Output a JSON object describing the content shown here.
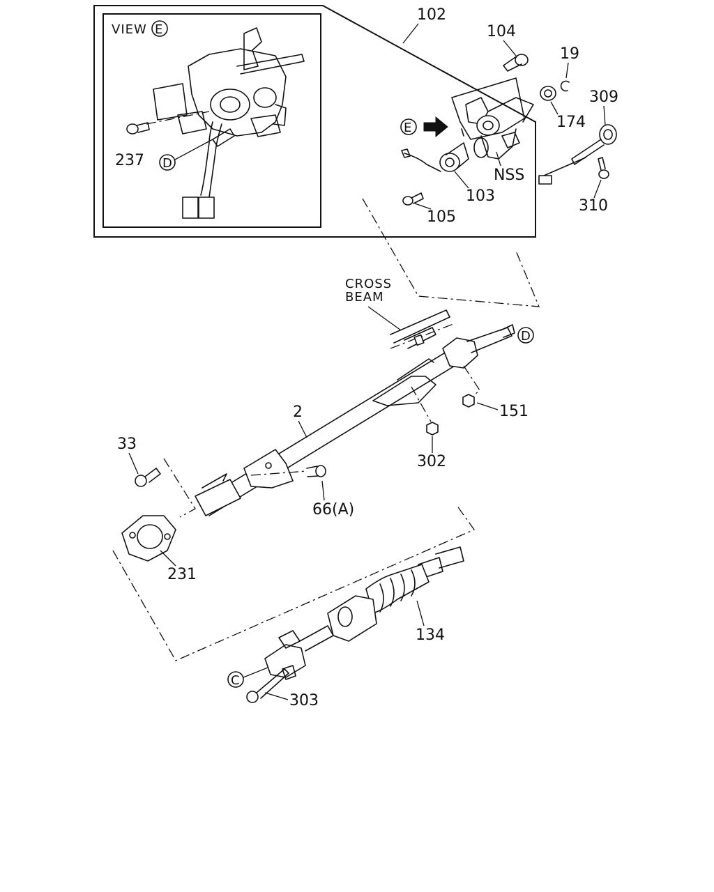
{
  "view_label": {
    "prefix": "VIEW",
    "letter": "E"
  },
  "callout_letters": {
    "view_d": "D",
    "e_arrow": "E",
    "d_shaft": "D",
    "c_joint": "C"
  },
  "part_labels": {
    "p102": "102",
    "p104": "104",
    "p19": "19",
    "p309": "309",
    "p174": "174",
    "nss": "NSS",
    "p237": "237",
    "p103": "103",
    "p310": "310",
    "p105": "105",
    "p151": "151",
    "p2": "2",
    "p33": "33",
    "p302": "302",
    "p66a": "66(A)",
    "p231": "231",
    "p134": "134",
    "p303": "303"
  },
  "cross_beam": {
    "line1": "CROSS",
    "line2": "BEAM"
  }
}
